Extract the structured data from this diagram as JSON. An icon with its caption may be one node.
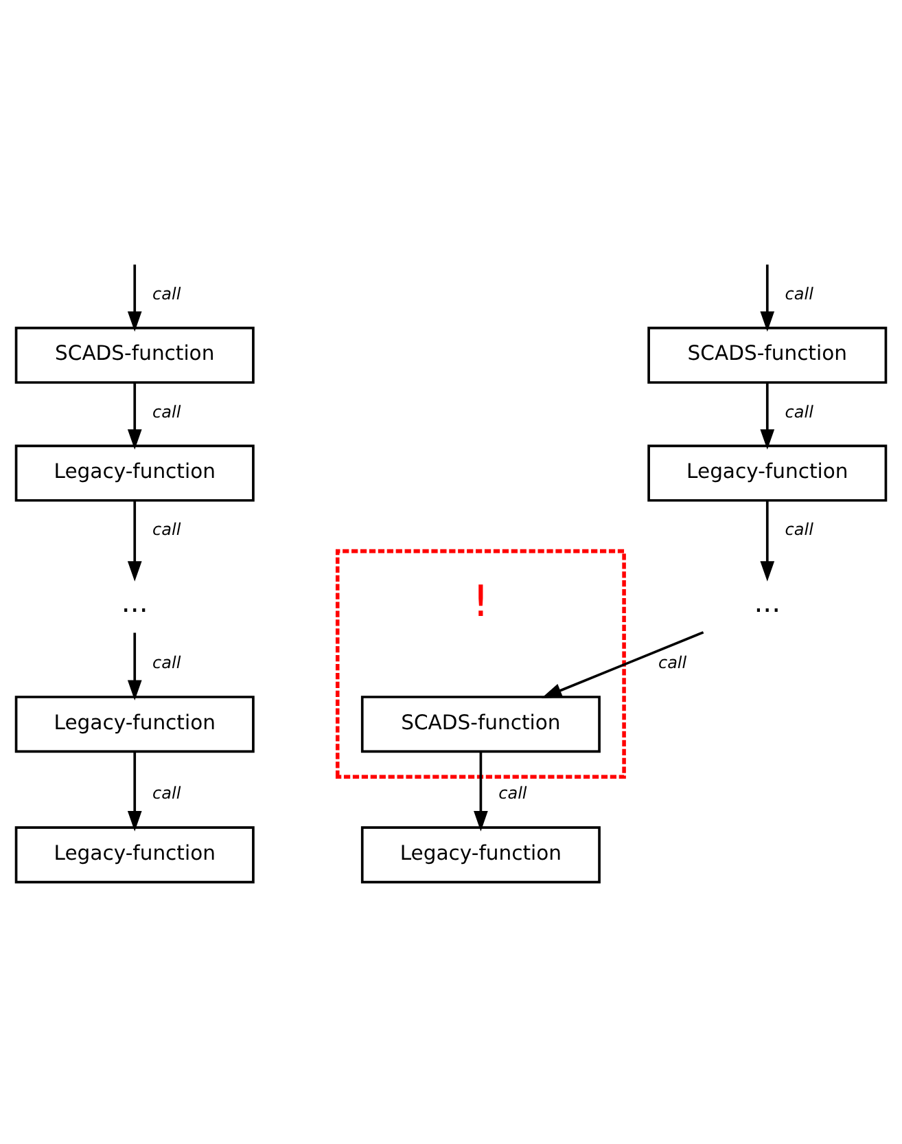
{
  "diagram": {
    "nodes": [
      {
        "text": [
          "SCADS-function"
        ]
      },
      {
        "text": [
          "Legacy-function"
        ]
      },
      {
        "text": [
          "..."
        ]
      },
      {
        "text": [
          "Legacy-function"
        ]
      },
      {
        "text": [
          "Legacy-function"
        ]
      },
      {
        "text": [
          "SCADS-function"
        ]
      },
      {
        "text": [
          "Legacy-function"
        ]
      },
      {
        "text": [
          "..."
        ]
      },
      {
        "text": [],
        "shape": "box"
      },
      {
        "text": [
          "SCADS-function"
        ],
        "in": 8
      },
      {
        "text": [
          "Legacy-function"
        ]
      }
    ],
    "edges": [
      {
        "from": null,
        "to": 0,
        "arrow": "to",
        "label": "call"
      },
      {
        "from": 0,
        "to": 1,
        "arrow": "to",
        "label": "call"
      },
      {
        "from": 1,
        "to": 2,
        "arrow": "to",
        "label": "call"
      },
      {
        "from": 2,
        "to": 3,
        "arrow": "to",
        "label": "call"
      },
      {
        "from": 3,
        "to": 4,
        "arrow": "to",
        "label": "call"
      },
      {
        "from": null,
        "to": 5,
        "arrow": "to",
        "label": "call"
      },
      {
        "from": 5,
        "to": 6,
        "arrow": "to",
        "label": "call"
      },
      {
        "from": 6,
        "to": 7,
        "arrow": "to",
        "label": "call"
      },
      {
        "from": 7,
        "to": 9,
        "arrow": "to",
        "label": "call"
      },
      {
        "from": 9,
        "to": 10,
        "arrow": "to",
        "label": "call"
      }
    ],
    "labels": [
      "!"
    ]
  }
}
